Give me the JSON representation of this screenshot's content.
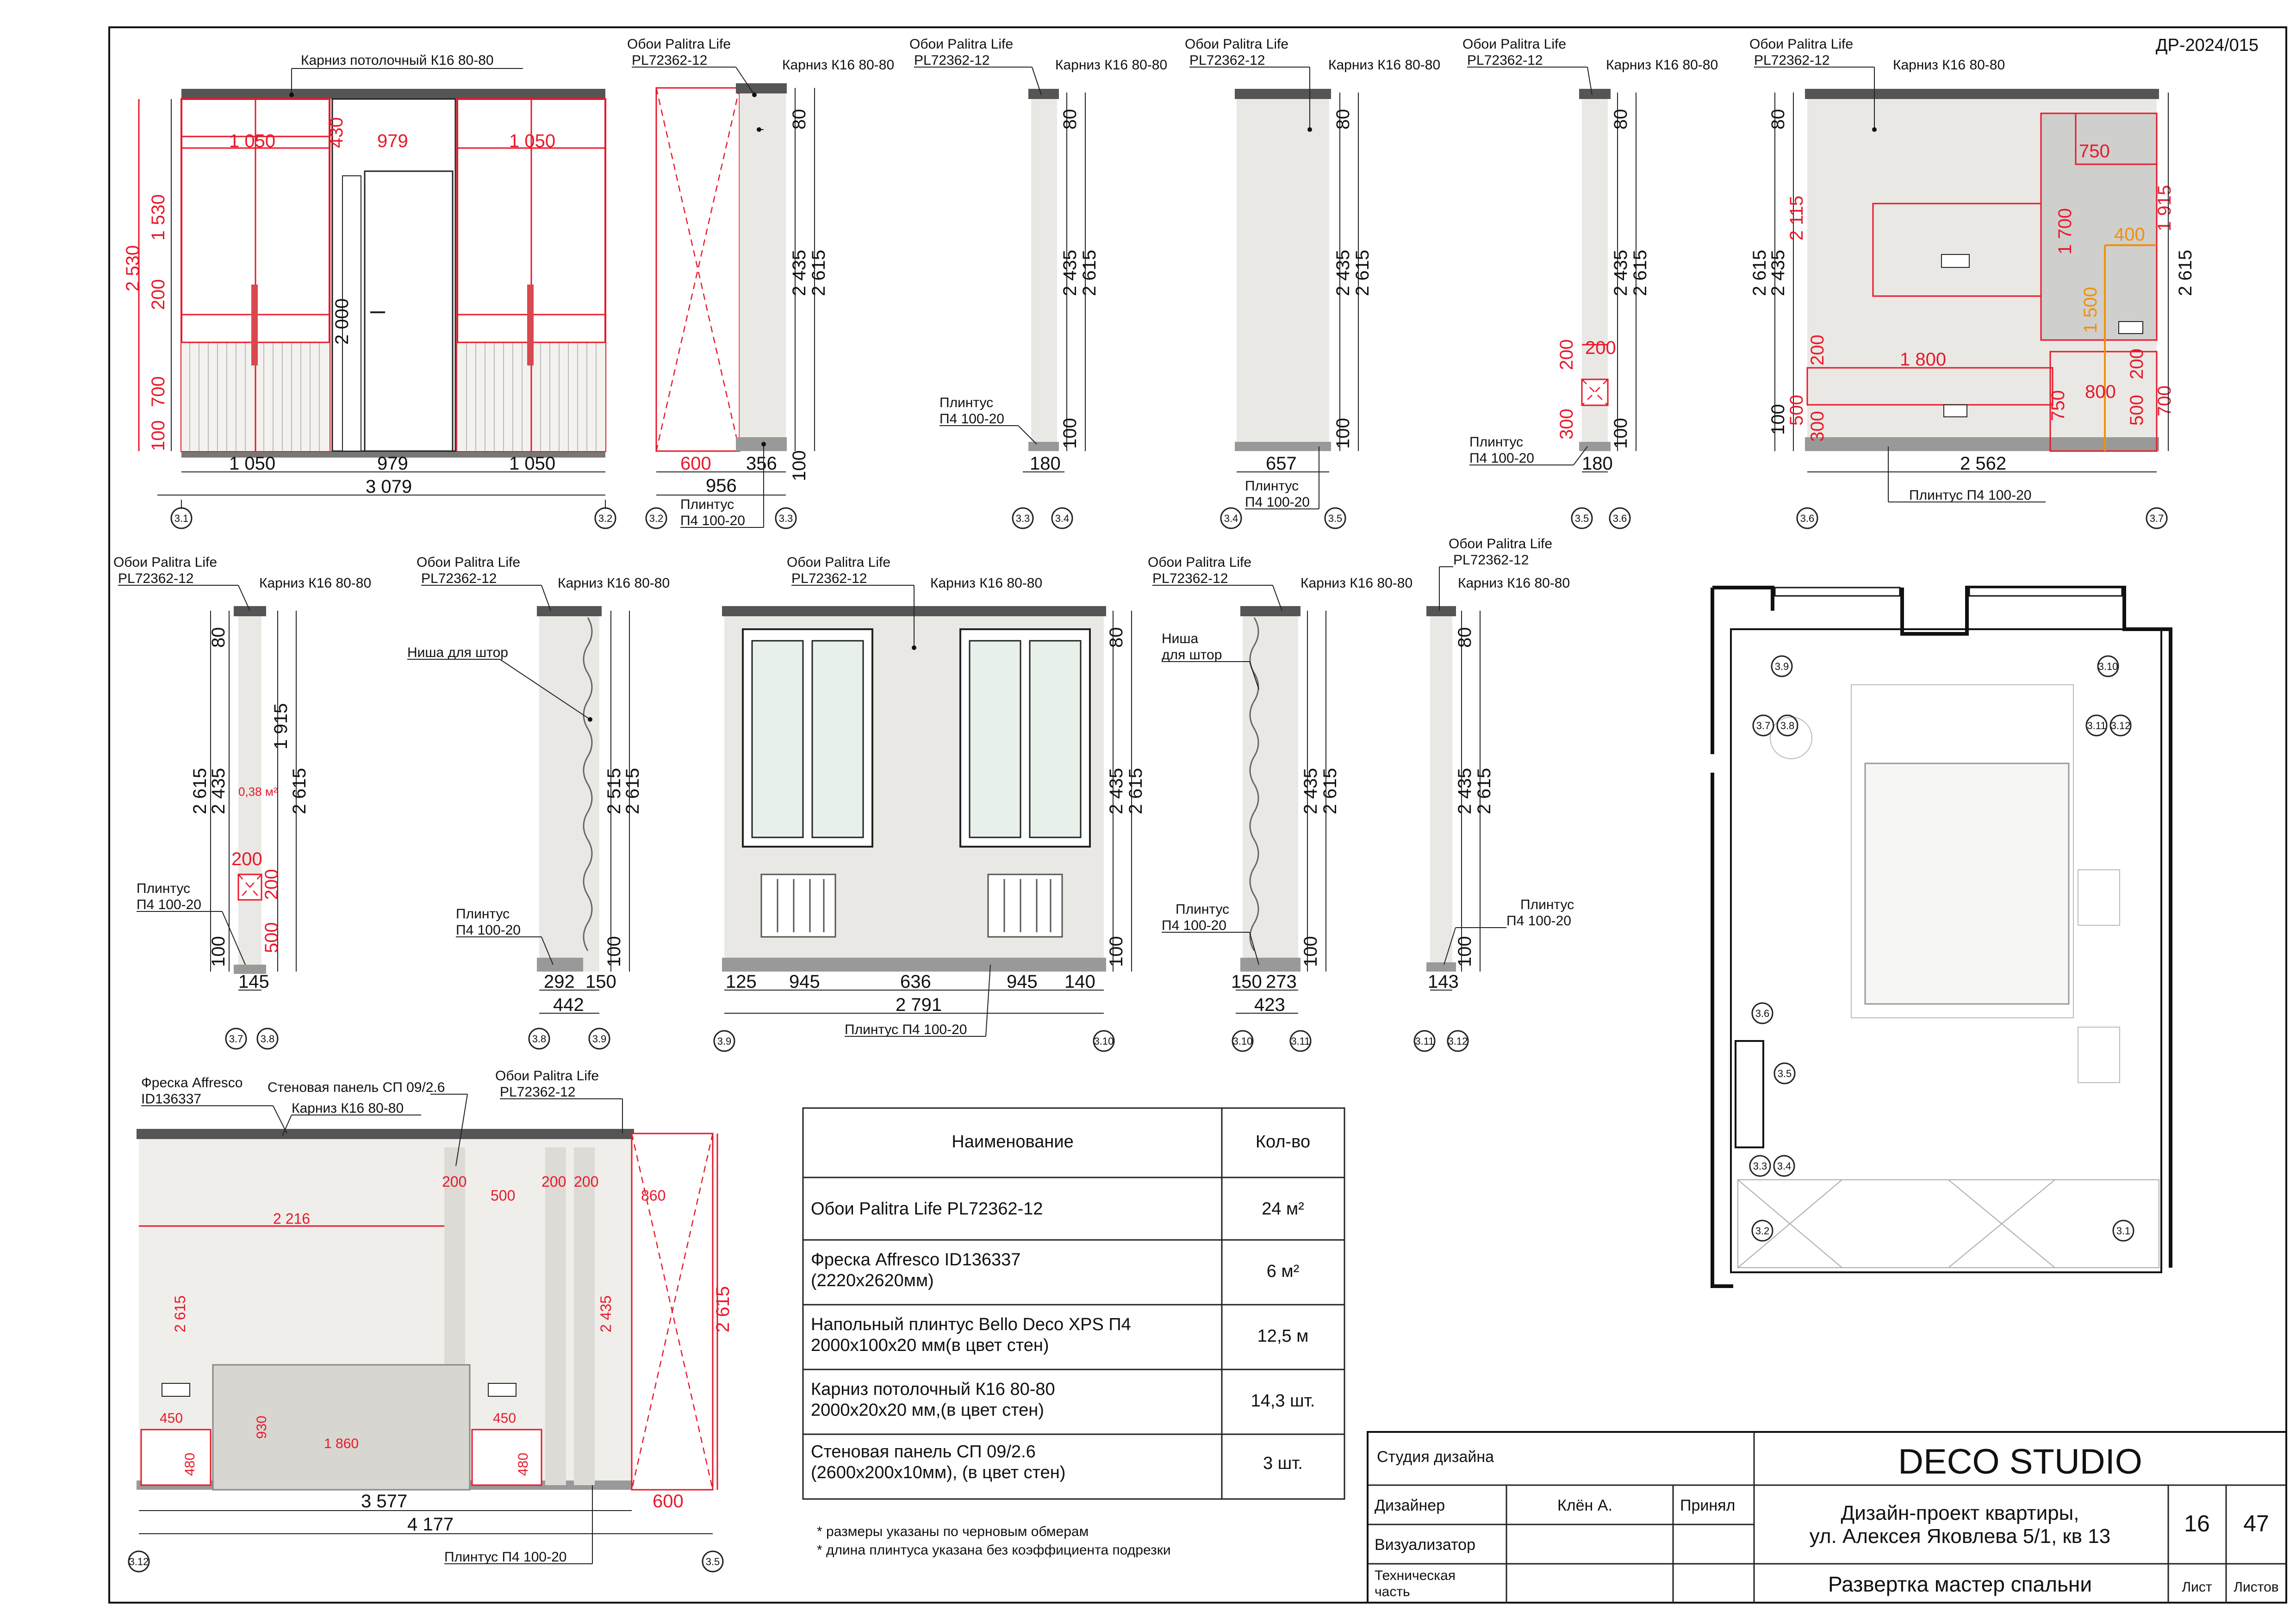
{
  "sheet_code": "ДР-2024/015",
  "labels": {
    "cornice": "Карниз потолочный К16 80-80",
    "cornice_short": "Карниз К16 80-80",
    "wallpaper_1": "Обои Palitra Life",
    "wallpaper_2": "PL72362-12",
    "plinth_1": "Плинтус",
    "plinth_2": "П4 100-20",
    "plinth_full": "Плинтус П4 100-20",
    "niche": "Ниша для штор",
    "niche_1": "Ниша",
    "niche_2": "для штор",
    "fresco_1": "Фреска Affresco",
    "fresco_2": "ID136337",
    "panel": "Стеновая панель СП 09/2.6",
    "area": "0,38 м²"
  },
  "axes": [
    "3.1",
    "3.2",
    "3.3",
    "3.4",
    "3.5",
    "3.6",
    "3.7",
    "3.8",
    "3.9",
    "3.10",
    "3.11",
    "3.12"
  ],
  "dims": {
    "e1": {
      "w1": "1 050",
      "w2": "979",
      "w3": "1 050",
      "total": "3 079",
      "h1": "1 530",
      "h2": "200",
      "h3": "700",
      "h4": "100",
      "htot": "2 530",
      "top": "430",
      "door": "2 000"
    },
    "e2": {
      "a": "600",
      "b": "356",
      "total": "956",
      "h1": "80",
      "h2": "2 435",
      "h3": "2 615",
      "h4": "100"
    },
    "e3": {
      "w": "180",
      "h1": "80",
      "h2": "2 435",
      "h3": "2 615",
      "h4": "100"
    },
    "e4": {
      "w": "657",
      "h1": "80",
      "h2": "2 435",
      "h3": "2 615",
      "h4": "100"
    },
    "e5": {
      "w": "180",
      "h1": "80",
      "h2": "2 435",
      "h3": "2 615",
      "h4": "100",
      "r1": "200",
      "r2": "200",
      "r3": "300"
    },
    "e6": {
      "w": "2 562",
      "h1": "80",
      "h2": "2 435",
      "h3": "2 615",
      "h4": "100",
      "r2115": "2 115",
      "r1915": "1 915",
      "r750": "750",
      "r1700": "1 700",
      "r400": "400",
      "r1500": "1 500",
      "r200a": "200",
      "r1800": "1 800",
      "r500": "500",
      "r300": "300",
      "r750b": "750",
      "r800": "800",
      "r200b": "200",
      "r500b": "500",
      "r700": "700",
      "r2615": "2 615"
    },
    "e7": {
      "w": "145",
      "h1": "80",
      "h2": "2 435",
      "h3": "2 615",
      "h4": "100",
      "r1915": "1 915",
      "r200a": "200",
      "r200b": "200",
      "r500": "500",
      "r2615": "2 615"
    },
    "e8": {
      "a": "292",
      "b": "150",
      "total": "442",
      "h1": "2 515",
      "h2": "2 615",
      "h3": "100"
    },
    "e9": {
      "a": "125",
      "b": "945",
      "c": "636",
      "d": "945",
      "e": "140",
      "total": "2 791",
      "h1": "80",
      "h2": "2 435",
      "h3": "2 615",
      "h4": "100"
    },
    "e10": {
      "a": "150",
      "b": "273",
      "total": "423",
      "h1": "2 435",
      "h2": "2 615",
      "h3": "100"
    },
    "e11": {
      "w": "143",
      "h1": "80",
      "h2": "2 435",
      "h3": "2 615",
      "h4": "100"
    },
    "e12": {
      "w1": "3 577",
      "w2": "4 177",
      "w3": "600",
      "r2216": "2 216",
      "r200a": "200",
      "r500": "500",
      "r200b": "200",
      "r200c": "200",
      "r860": "860",
      "r2615a": "2 615",
      "r2435": "2 435",
      "r2615b": "2 615",
      "r450a": "450",
      "r480a": "480",
      "r930": "930",
      "r1860": "1 860",
      "r450b": "450",
      "r480b": "480"
    }
  },
  "materials": {
    "headers": {
      "name": "Наименование",
      "qty": "Кол-во"
    },
    "rows": [
      {
        "name": [
          "Обои Palitra Life  PL72362-12"
        ],
        "qty": "24 м²"
      },
      {
        "name": [
          "Фреска Affresco ID136337",
          "(2220x2620мм)"
        ],
        "qty": "6 м²"
      },
      {
        "name": [
          "Напольный плинтус Bello Deco XPS П4",
          "2000x100x20 мм(в цвет стен)"
        ],
        "qty": "12,5 м"
      },
      {
        "name": [
          "Карниз потолочный К16 80-80",
          "2000x20x20 мм,(в цвет стен)"
        ],
        "qty": "14,3 шт."
      },
      {
        "name": [
          "Стеновая панель СП 09/2.6",
          "(2600x200x10мм), (в цвет стен)"
        ],
        "qty": "3 шт."
      }
    ],
    "notes": [
      "* размеры указаны по черновым обмерам",
      "* длина плинтуса указана без коэффициента подрезки"
    ]
  },
  "title_block": {
    "studio_label": "Студия дизайна",
    "studio": "DECO STUDIO",
    "designer_label": "Дизайнер",
    "designer": "Клён А.",
    "accepted": "Принял",
    "visualizer_label": "Визуализатор",
    "tech_label_1": "Техническая",
    "tech_label_2": "часть",
    "project_1": "Дизайн-проект квартиры,",
    "project_2": "ул. Алексея Яковлева 5/1, кв 13",
    "sheet_name": "Развертка мастер спальни",
    "sheet_no": "16",
    "sheets_total": "47",
    "sheet_label": "Лист",
    "sheets_label": "Листов"
  }
}
